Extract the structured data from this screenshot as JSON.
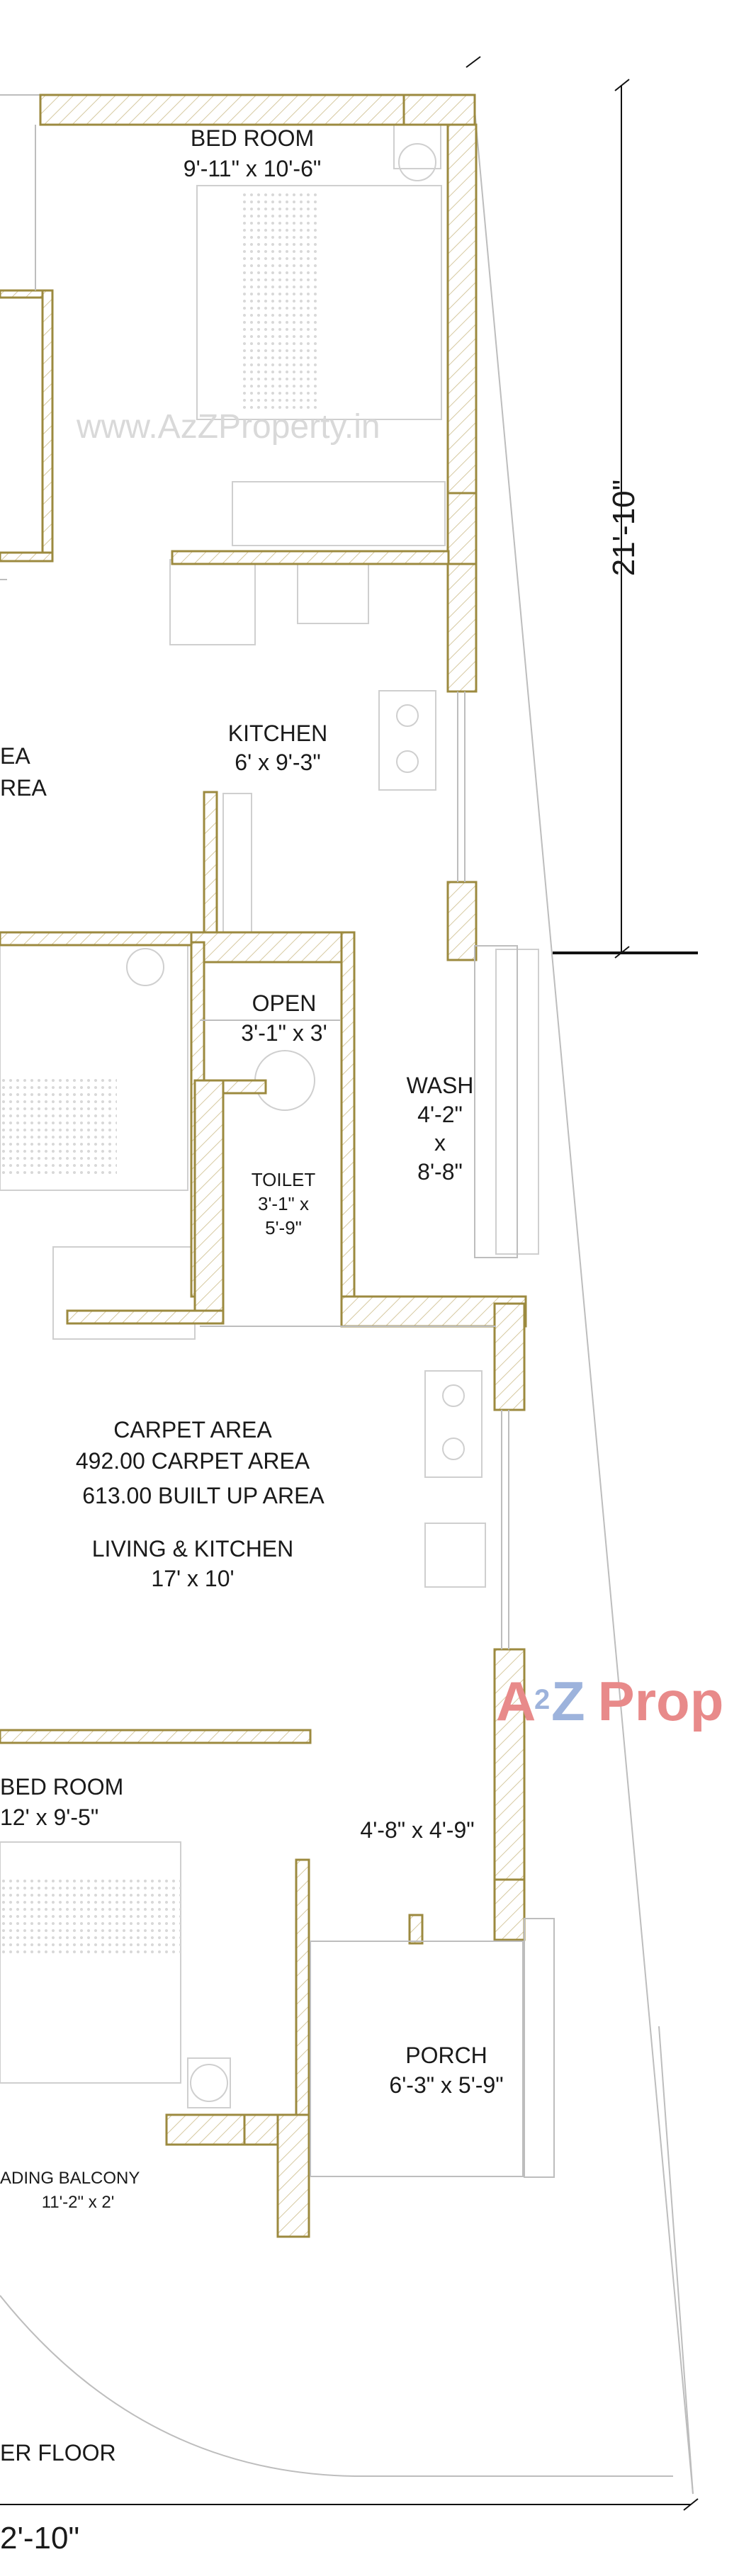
{
  "rooms": {
    "bedroom_top": {
      "name": "BED ROOM",
      "size": "9'-11\" x 10'-6\""
    },
    "kitchen": {
      "name": "KITCHEN",
      "size": "6' x 9'-3\""
    },
    "partial_area_left": {
      "line1": "EA",
      "line2": "REA"
    },
    "open": {
      "name": "OPEN",
      "size": "3'-1\" x 3'"
    },
    "wash": {
      "name": "WASH",
      "size_w": "4'-2\"",
      "x": "x",
      "size_h": "8'-8\""
    },
    "toilet": {
      "name": "TOILET",
      "size_1": "3'-1\" x",
      "size_2": "5'-9\""
    },
    "summary": {
      "carpet_heading": "CARPET AREA",
      "carpet_line": "492.00  CARPET AREA",
      "builtup_line": "613.00  BUILT UP AREA"
    },
    "living": {
      "name": "LIVING & KITCHEN",
      "size": "17' x 10'"
    },
    "bedroom_bottom": {
      "name": "BED ROOM",
      "size": "12' x 9'-5\""
    },
    "passage": {
      "size": "4'-8\" x 4'-9\""
    },
    "porch": {
      "name": "PORCH",
      "size": "6'-3\" x 5'-9\""
    },
    "balcony": {
      "name": "ADING BALCONY",
      "size": "11'-2\" x 2'"
    }
  },
  "dimensions": {
    "right_height": "21'-10\"",
    "bottom_width": "2'-10\""
  },
  "floor_label": "ER FLOOR",
  "watermarks": {
    "site_url": "www.AzZProperty.in",
    "brand_a": "A",
    "brand_2": "2",
    "brand_z": "Z",
    "brand_rest": " Prop"
  },
  "colors": {
    "wall": "#9c8a3f",
    "hatch": "#d6c9a0",
    "furniture": "#c9c9c9",
    "dimension_line": "#111111",
    "watermark_red": "#e88a8a",
    "watermark_blue": "#9db3dc"
  }
}
